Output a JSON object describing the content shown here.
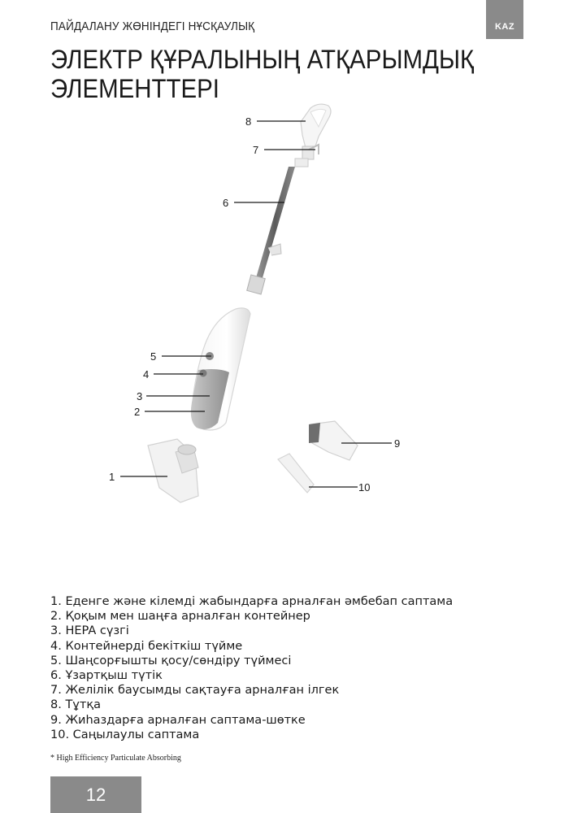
{
  "header": {
    "section_title": "ПАЙДАЛАНУ ЖӨНІНДЕГІ НҰСҚАУЛЫҚ",
    "language_badge": "KAZ"
  },
  "title": {
    "line1": "ЭЛЕКТР ҚҰРАЛЫНЫҢ АТҚАРЫМДЫҚ",
    "line2": "ЭЛЕМЕНТТЕРІ"
  },
  "diagram": {
    "callouts": [
      "8",
      "7",
      "6",
      "5",
      "4",
      "3",
      "2",
      "1",
      "9",
      "10"
    ]
  },
  "legend": {
    "items": [
      "1. Еденге және кілемді жабындарға арналған әмбебап саптама",
      "2. Қоқым мен шаңға арналған контейнер",
      "3. HEPA сүзгі",
      "4. Контейнерді бекіткіш түйме",
      "5. Шаңсорғышты қосу/сөндіру түймесі",
      "6. Ұзартқыш түтік",
      "7. Желілік баусымды сақтауға арналған ілгек",
      "8. Тұтқа",
      "9. Жиһаздарға арналған саптама-шөтке",
      "10. Саңылаулы саптама"
    ]
  },
  "footnote": "* High Efficiency Particulate Absorbing",
  "page_number": "12"
}
